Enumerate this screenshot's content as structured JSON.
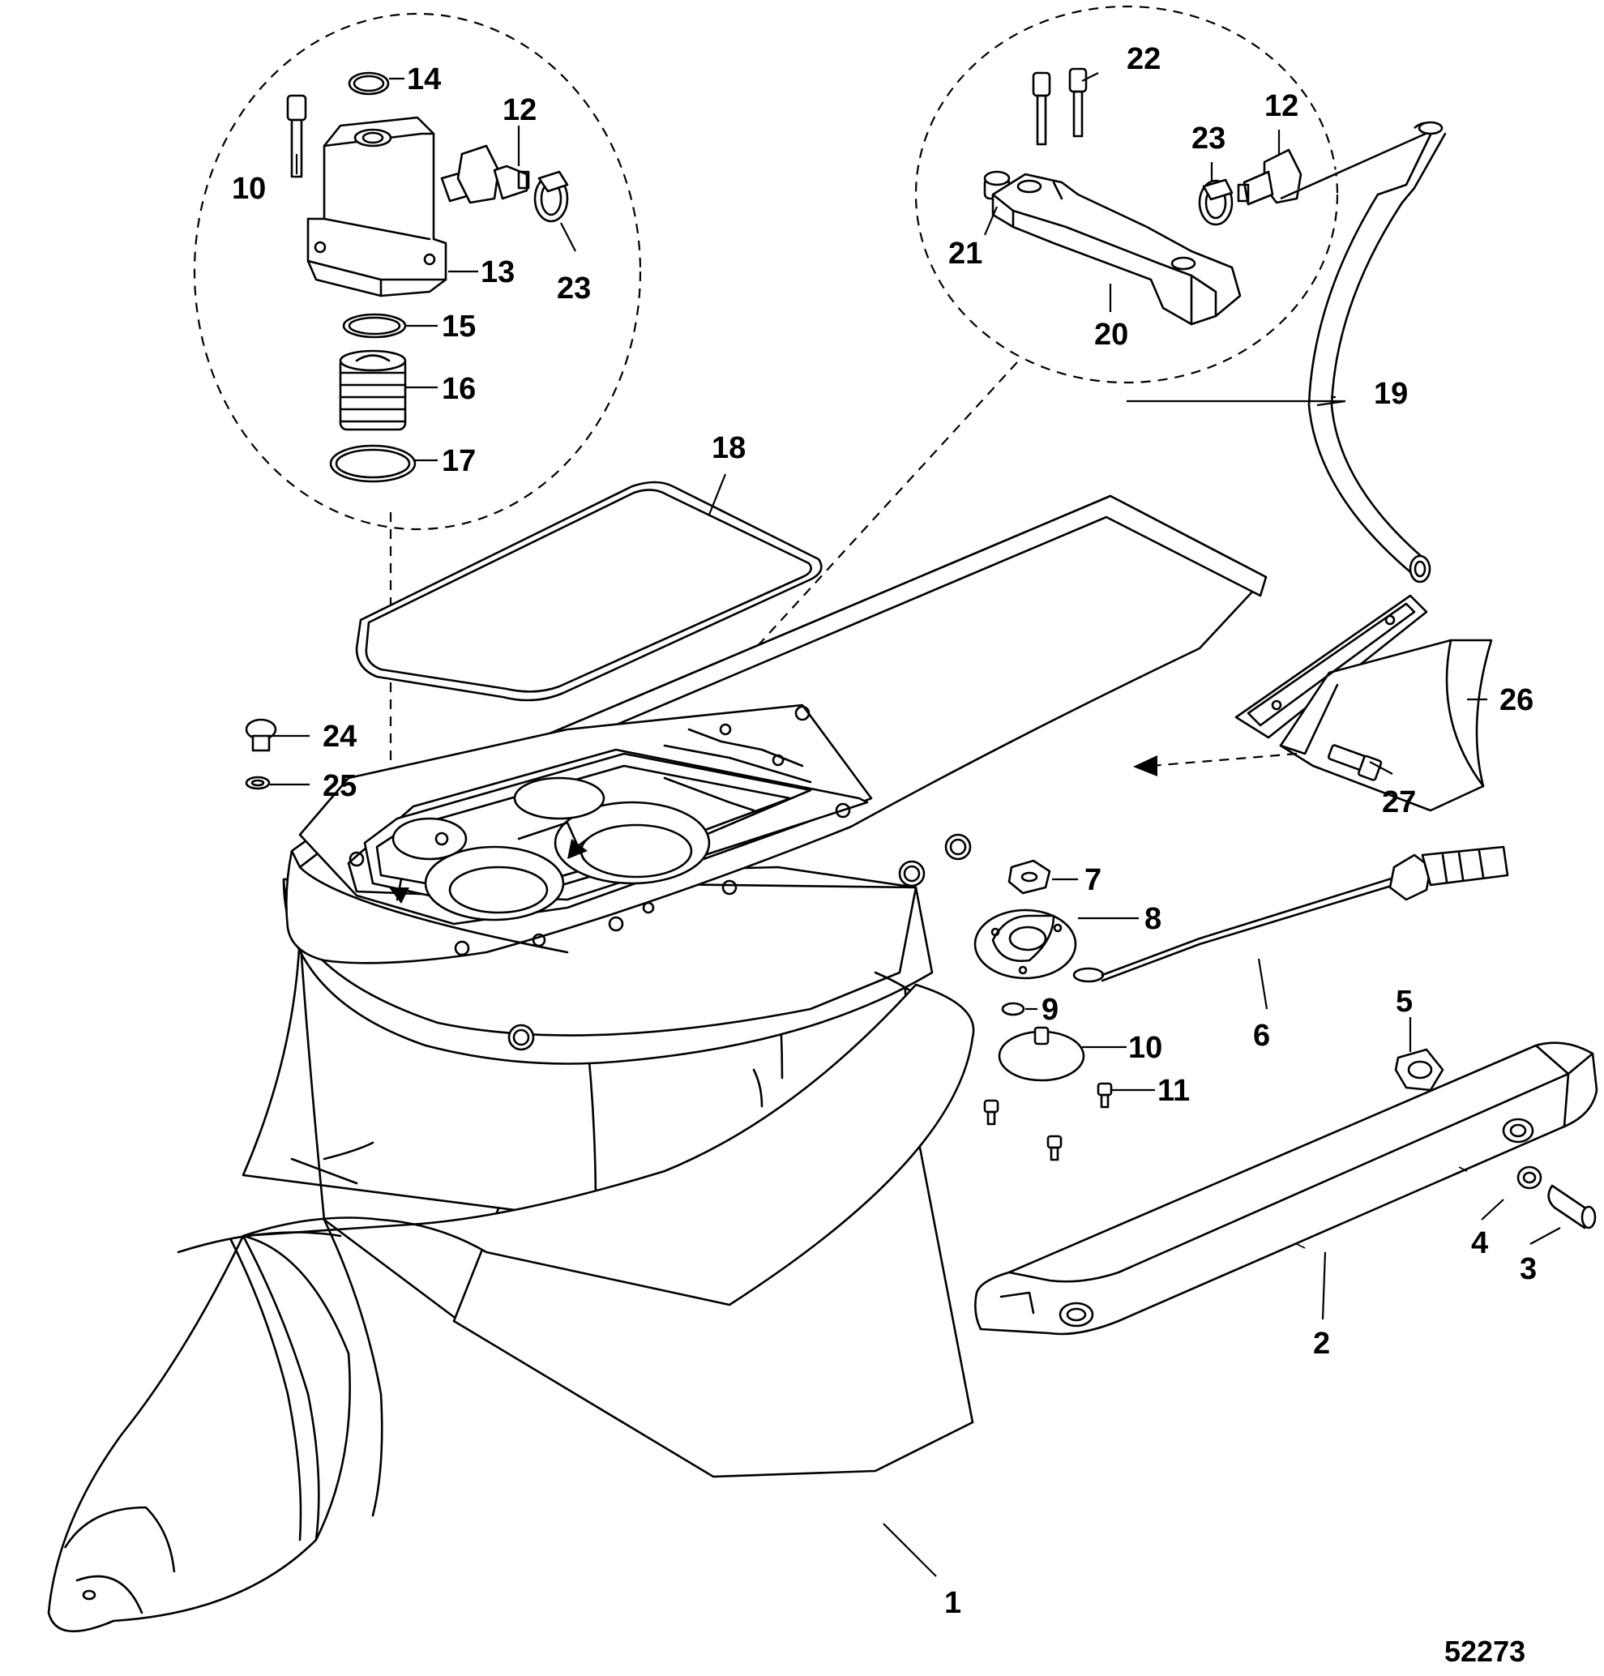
{
  "diagram": {
    "reference_number": "52273",
    "callouts": [
      {
        "id": "c1",
        "label": "1"
      },
      {
        "id": "c2",
        "label": "2"
      },
      {
        "id": "c3",
        "label": "3"
      },
      {
        "id": "c4",
        "label": "4"
      },
      {
        "id": "c5",
        "label": "5"
      },
      {
        "id": "c6",
        "label": "6"
      },
      {
        "id": "c7",
        "label": "7"
      },
      {
        "id": "c8",
        "label": "8"
      },
      {
        "id": "c9",
        "label": "9"
      },
      {
        "id": "c10a",
        "label": "10"
      },
      {
        "id": "c10b",
        "label": "10"
      },
      {
        "id": "c11",
        "label": "11"
      },
      {
        "id": "c12a",
        "label": "12"
      },
      {
        "id": "c12b",
        "label": "12"
      },
      {
        "id": "c13",
        "label": "13"
      },
      {
        "id": "c14",
        "label": "14"
      },
      {
        "id": "c15",
        "label": "15"
      },
      {
        "id": "c16",
        "label": "16"
      },
      {
        "id": "c17",
        "label": "17"
      },
      {
        "id": "c18",
        "label": "18"
      },
      {
        "id": "c19",
        "label": "19"
      },
      {
        "id": "c20",
        "label": "20"
      },
      {
        "id": "c21",
        "label": "21"
      },
      {
        "id": "c22",
        "label": "22"
      },
      {
        "id": "c23a",
        "label": "23"
      },
      {
        "id": "c23b",
        "label": "23"
      },
      {
        "id": "c24",
        "label": "24"
      },
      {
        "id": "c25",
        "label": "25"
      },
      {
        "id": "c26",
        "label": "26"
      },
      {
        "id": "c27",
        "label": "27"
      }
    ]
  }
}
